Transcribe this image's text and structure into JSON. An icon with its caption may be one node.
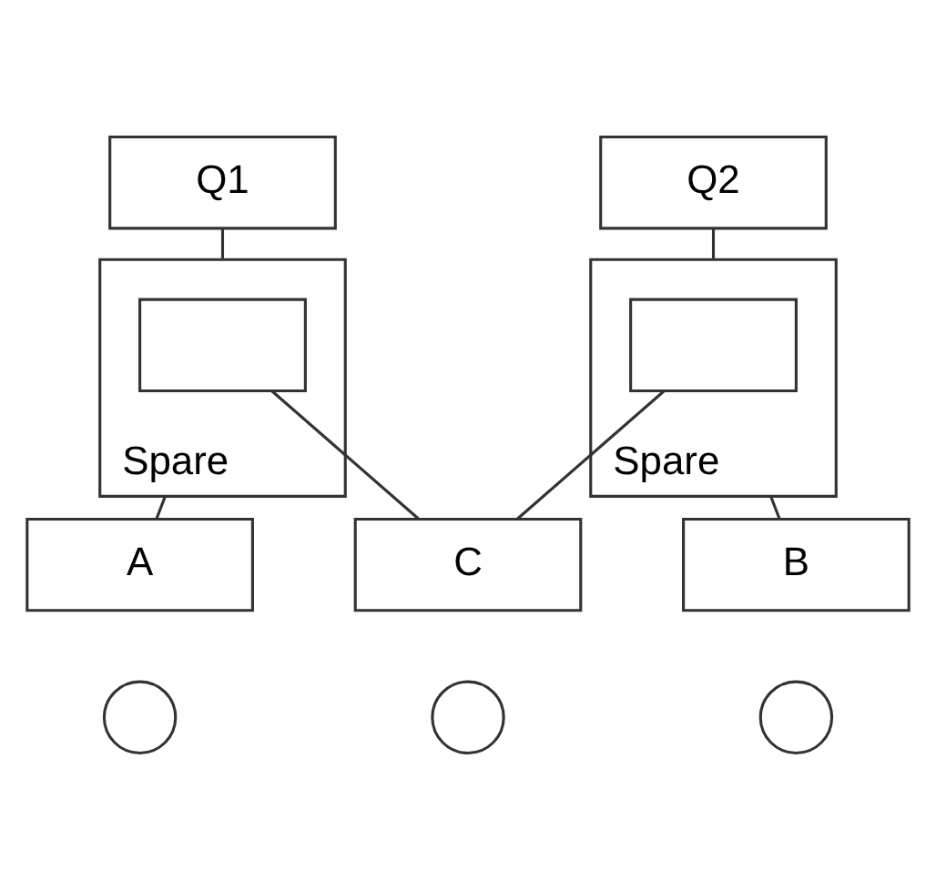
{
  "diagram": {
    "nodes": [
      {
        "text": [
          "Q1"
        ]
      },
      {
        "text": [
          "Spare"
        ]
      },
      {
        "text": [],
        "shape": "box",
        "in": 1
      },
      {
        "text": [
          "Q2"
        ]
      },
      {
        "text": [
          "Spare"
        ]
      },
      {
        "text": [],
        "shape": "box",
        "in": 4
      },
      {
        "text": [
          "A"
        ]
      },
      {
        "text": [],
        "shape": "circle"
      },
      {
        "text": [
          "B"
        ]
      },
      {
        "text": [],
        "shape": "circle"
      },
      {
        "text": [
          "C"
        ]
      },
      {
        "text": [],
        "shape": "circle"
      }
    ],
    "edges": [
      {
        "from": 0,
        "to": 1,
        "arrow": "none"
      },
      {
        "from": 3,
        "to": 4,
        "arrow": "none"
      },
      {
        "from": 1,
        "to": 6,
        "arrow": "none"
      },
      {
        "from": 4,
        "to": 8,
        "arrow": "none"
      },
      {
        "from": 2,
        "to": 10,
        "arrow": "none"
      },
      {
        "from": 5,
        "to": 10,
        "arrow": "none"
      }
    ]
  }
}
